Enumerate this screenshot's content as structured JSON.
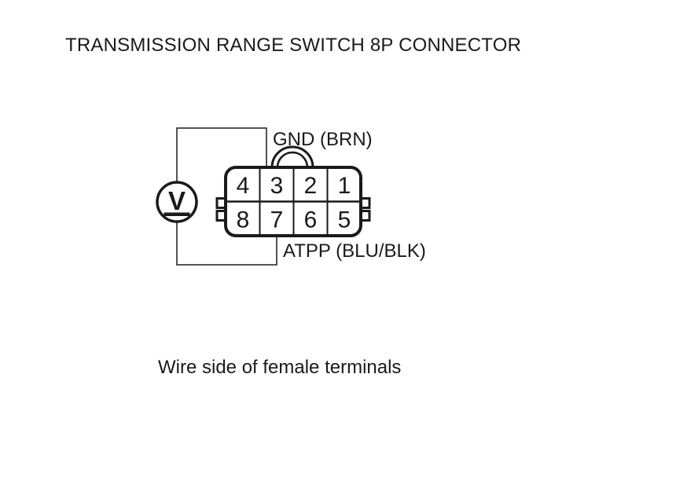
{
  "page": {
    "title": "TRANSMISSION RANGE SWITCH 8P CONNECTOR",
    "caption": "Wire side of female terminals",
    "background_color": "#ffffff",
    "line_color": "#1a1a1a"
  },
  "connector": {
    "pins_top_row": [
      "4",
      "3",
      "2",
      "1"
    ],
    "pins_bottom_row": [
      "8",
      "7",
      "6",
      "5"
    ]
  },
  "wire_labels": {
    "gnd": "GND (BRN)",
    "atpp": "ATPP (BLU/BLK)"
  },
  "meter": {
    "symbol": "V"
  }
}
